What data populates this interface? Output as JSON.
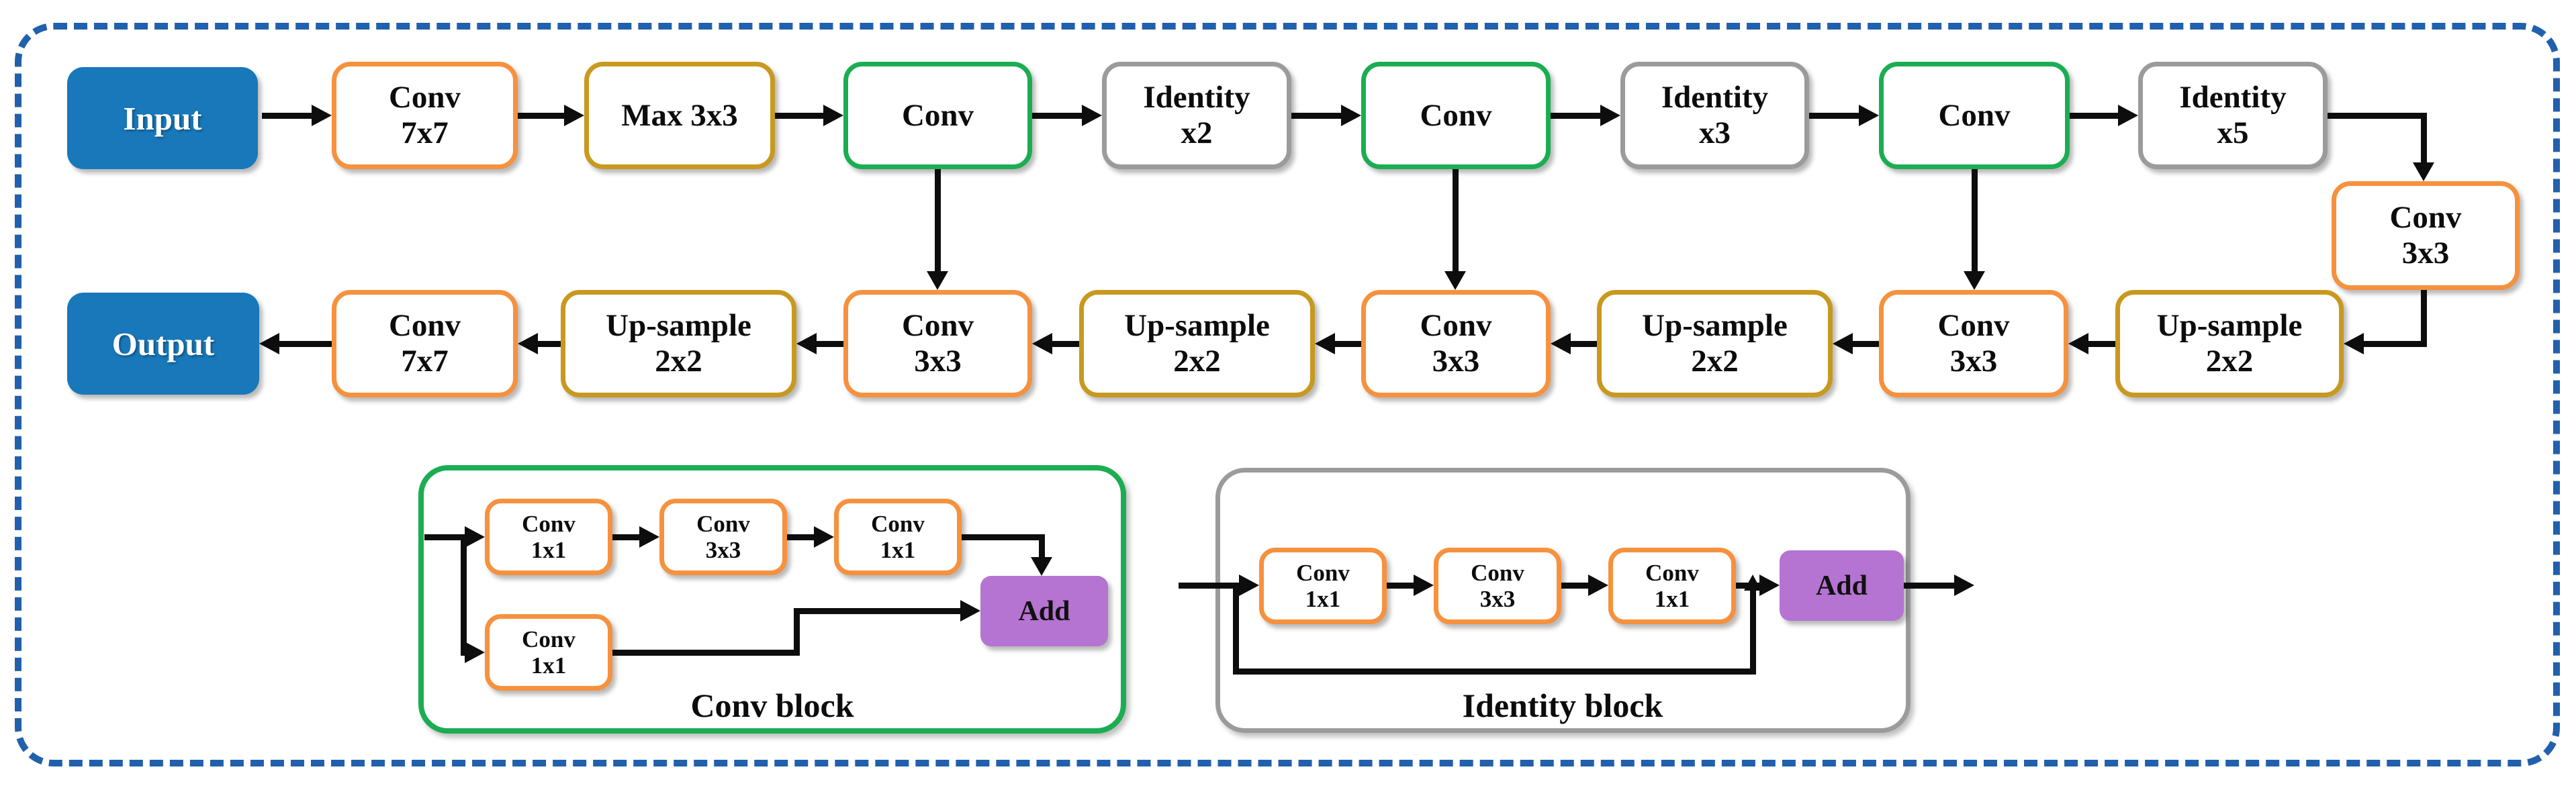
{
  "colors": {
    "orange": "#F6913E",
    "gold": "#C8991F",
    "green": "#1BAD52",
    "gray": "#9B9B9B",
    "blue": "#1878BA",
    "purple": "#B573D2",
    "dash_blue": "#2160AC",
    "arrow": "#0D0D0D"
  },
  "encoder_row": [
    "Input",
    "Conv\n7x7",
    "Max 3x3",
    "Conv",
    "Identity\nx2",
    "Conv",
    "Identity\nx3",
    "Conv",
    "Identity\nx5"
  ],
  "bridge_conv": "Conv\n3x3",
  "decoder_row": [
    "Output",
    "Conv\n7x7",
    "Up-sample\n2x2",
    "Conv\n3x3",
    "Up-sample\n2x2",
    "Conv\n3x3",
    "Up-sample\n2x2",
    "Conv\n3x3",
    "Up-sample\n2x2"
  ],
  "conv_block_legend": {
    "title": "Conv block",
    "path_boxes": [
      "Conv\n1x1",
      "Conv\n3x3",
      "Conv\n1x1"
    ],
    "shortcut_box": "Conv\n1x1",
    "add": "Add"
  },
  "identity_block_legend": {
    "title": "Identity block",
    "path_boxes": [
      "Conv\n1x1",
      "Conv\n3x3",
      "Conv\n1x1"
    ],
    "add": "Add"
  }
}
